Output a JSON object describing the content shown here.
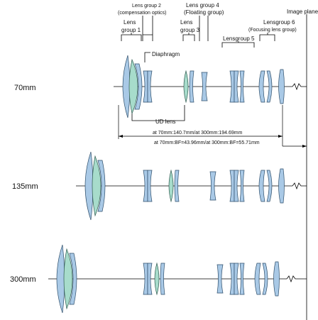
{
  "labels": {
    "image_plane": "Image plane",
    "group1_a": "Lens",
    "group1_b": "group 1",
    "group2_a": "Lens group 2",
    "group2_b": "(compensation optics)",
    "group3_a": "Lens",
    "group3_b": "group 3",
    "group4_a": "Lens group 4",
    "group4_b": "(Floating group)",
    "group5": "Lensgroup 5",
    "group6_a": "Lensgroup 6",
    "group6_b": "(Focusing lens group)",
    "diaphragm": "Diaphragm",
    "ud_lens": "UD lens",
    "length_note": "at 70mm:140.7mm/at 300mm:194.69mm",
    "bf_note": "at 70mm:BF=43.96mm/at 300mm:BF=55.71mm"
  },
  "rows": [
    {
      "focal": "70mm"
    },
    {
      "focal": "135mm"
    },
    {
      "focal": "300mm"
    }
  ],
  "colors": {
    "lens_blue": "#a9c9e6",
    "lens_green": "#a7dccb"
  }
}
